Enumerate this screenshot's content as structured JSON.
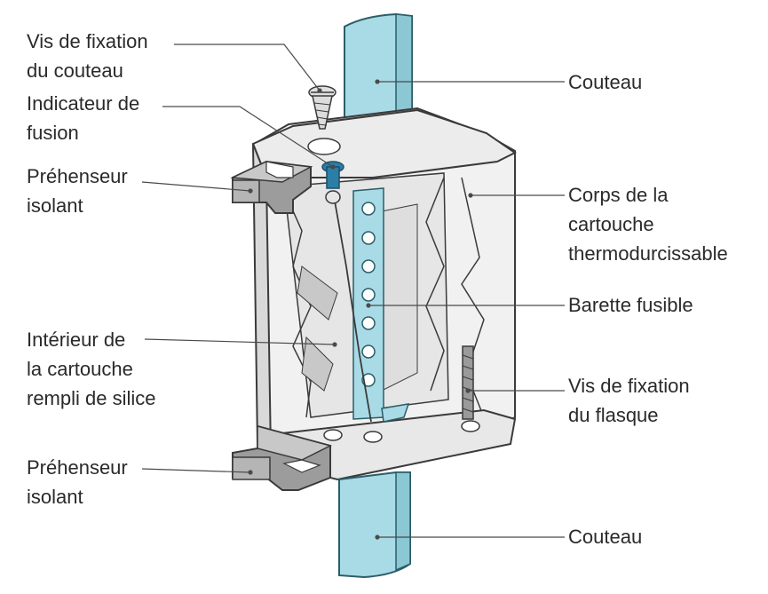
{
  "labels": {
    "vis_fixation_couteau": [
      "Vis de fixation",
      "du couteau"
    ],
    "indicateur_fusion": [
      "Indicateur de",
      "fusion"
    ],
    "prehenseur_haut": [
      "Préhenseur",
      "isolant"
    ],
    "interieur": [
      "Intérieur de",
      "la cartouche",
      "rempli de silice"
    ],
    "prehenseur_bas": [
      "Préhenseur",
      "isolant"
    ],
    "couteau_haut": [
      "Couteau"
    ],
    "corps": [
      "Corps de la",
      "cartouche",
      "thermodurcissable"
    ],
    "barette": [
      "Barette fusible"
    ],
    "vis_flasque": [
      "Vis de fixation",
      "du flasque"
    ],
    "couteau_bas": [
      "Couteau"
    ]
  },
  "colors": {
    "blade": "#a9dbe6",
    "blade_edge": "#2b5d69",
    "body": "#f1f1f1",
    "shade": "#c8c8c8",
    "dark": "#8a8a8a",
    "outline": "#3a3a3a",
    "screw_blue": "#2b7fa6"
  }
}
